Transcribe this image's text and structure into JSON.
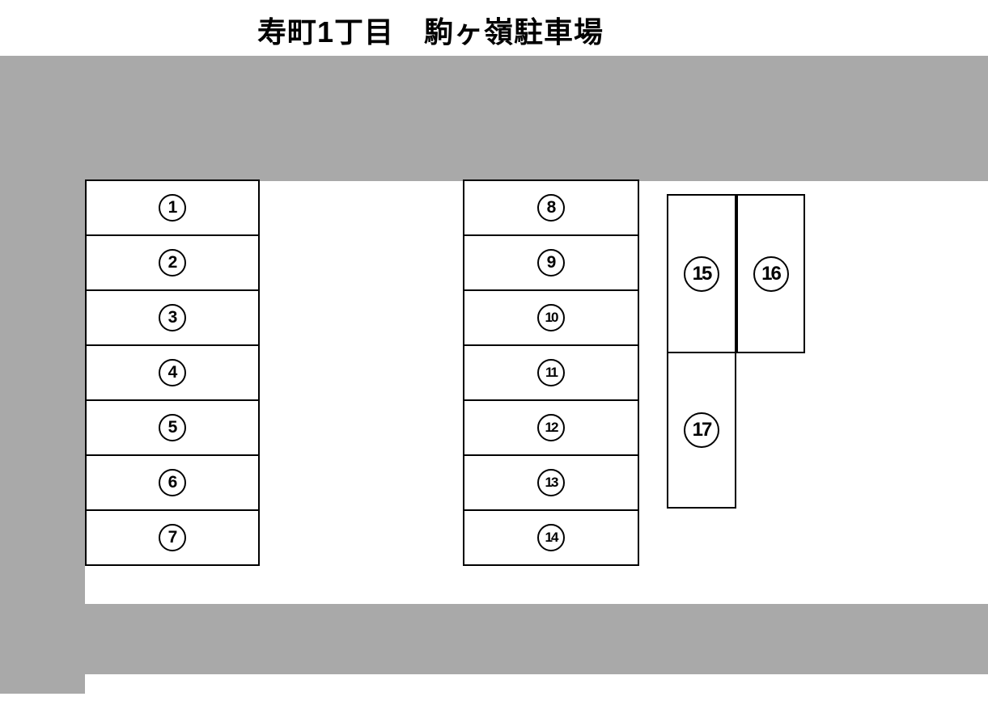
{
  "page": {
    "title": "寿町1丁目　駒ヶ嶺駐車場"
  },
  "colors": {
    "road_gray": "#a9a9a9",
    "space_fill": "#ffffff",
    "space_border": "#000000",
    "text": "#000000"
  },
  "parking": {
    "column_left": {
      "spaces": [
        {
          "number": "1",
          "label": "①"
        },
        {
          "number": "2",
          "label": "②"
        },
        {
          "number": "3",
          "label": "③"
        },
        {
          "number": "4",
          "label": "④"
        },
        {
          "number": "5",
          "label": "⑤"
        },
        {
          "number": "6",
          "label": "⑥"
        },
        {
          "number": "7",
          "label": "⑦"
        }
      ]
    },
    "column_middle": {
      "spaces": [
        {
          "number": "8",
          "label": "⑧"
        },
        {
          "number": "9",
          "label": "⑨"
        },
        {
          "number": "10",
          "label": "⑩"
        },
        {
          "number": "11",
          "label": "⑪"
        },
        {
          "number": "12",
          "label": "⑫"
        },
        {
          "number": "13",
          "label": "⑬"
        },
        {
          "number": "14",
          "label": "⑭"
        }
      ]
    },
    "block_right": {
      "spaces": [
        {
          "number": "15",
          "label": "⑮"
        },
        {
          "number": "16",
          "label": "⑯"
        },
        {
          "number": "17",
          "label": "⑰"
        }
      ]
    }
  }
}
